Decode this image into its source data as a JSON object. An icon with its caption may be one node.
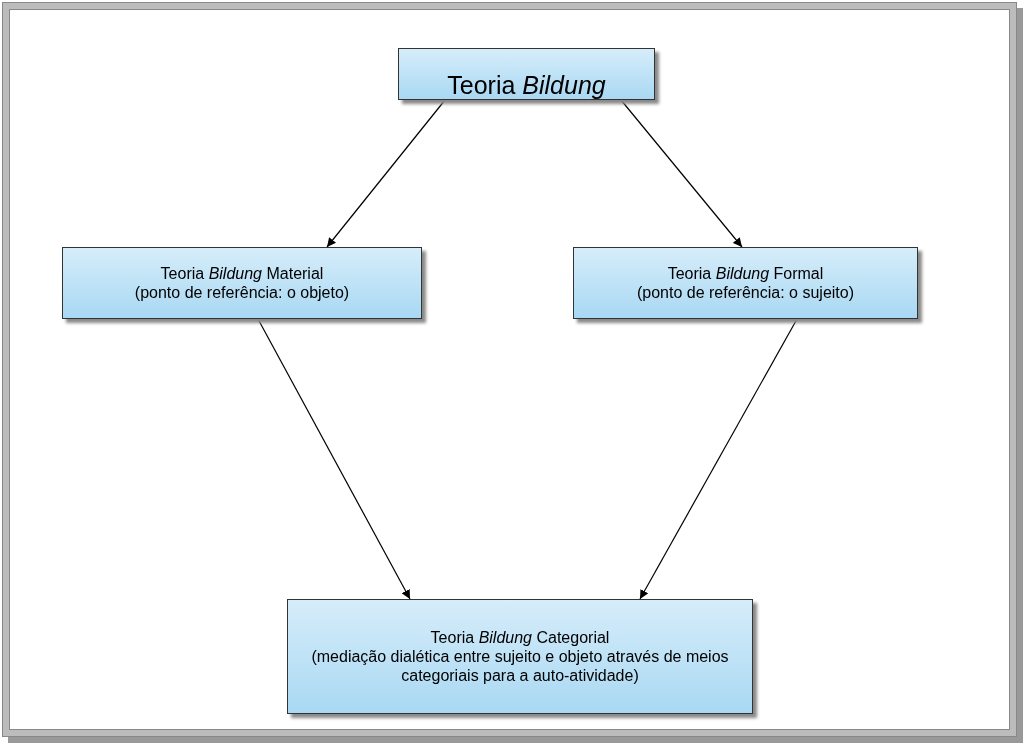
{
  "diagram": {
    "nodes": [
      {
        "text": [
          "Teoria *Bildung*"
        ]
      },
      {
        "text": [
          "Teoria *Bildung* Material",
          "(ponto de referência: o objeto)"
        ]
      },
      {
        "text": [
          "Teoria *Bildung* Formal",
          "(ponto de referência: o sujeito)"
        ]
      },
      {
        "text": [
          "Teoria *Bildung* Categorial",
          "(mediação dialética entre sujeito e objeto através de meios categoriais para a auto-atividade)"
        ]
      }
    ],
    "edges": [
      {
        "from": 0,
        "to": 1,
        "arrow": "to"
      },
      {
        "from": 0,
        "to": 2,
        "arrow": "to"
      },
      {
        "from": 1,
        "to": 3,
        "arrow": "to"
      },
      {
        "from": 2,
        "to": 3,
        "arrow": "to"
      }
    ]
  }
}
